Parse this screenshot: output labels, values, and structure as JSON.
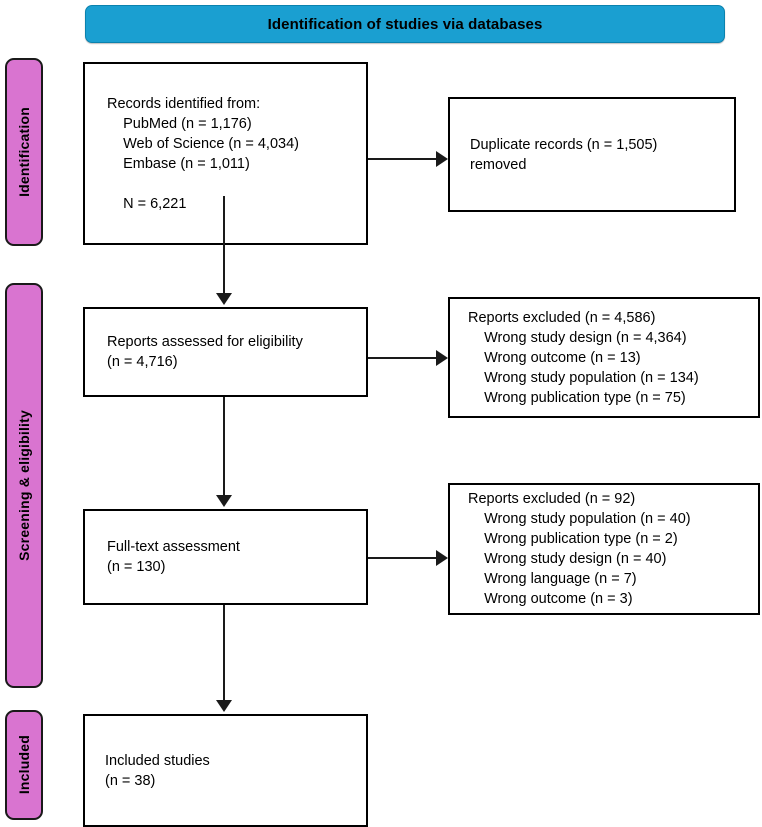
{
  "header": {
    "title": "Identification of studies via databases",
    "color": "#1a9fd1"
  },
  "stages": {
    "color": "#d974d0",
    "identification": "Identification",
    "screening": "Screening & eligibility",
    "included": "Included"
  },
  "boxes": {
    "identified": "Records identified from:\n    PubMed (n = 1,176)\n    Web of Science (n = 4,034)\n    Embase (n = 1,011)\n\n    N = 6,221",
    "duplicates": "Duplicate records (n = 1,505)\nremoved",
    "eligibility": "Reports assessed for eligibility\n(n = 4,716)",
    "excluded_screening": "Reports excluded (n = 4,586)\n    Wrong study design (n = 4,364)\n    Wrong outcome (n = 13)\n    Wrong study population (n = 134)\n    Wrong publication type (n = 75)",
    "fulltext": "Full-text assessment\n(n = 130)",
    "excluded_fulltext": "Reports excluded (n = 92)\n    Wrong study population (n = 40)\n    Wrong publication type (n = 2)\n    Wrong study design (n = 40)\n    Wrong language (n = 7)\n    Wrong outcome (n = 3)",
    "included": "Included studies\n(n = 38)"
  },
  "flow_data": {
    "type": "prisma-flow",
    "databases": [
      {
        "name": "PubMed",
        "n": 1176
      },
      {
        "name": "Web of Science",
        "n": 4034
      },
      {
        "name": "Embase",
        "n": 1011
      }
    ],
    "total_identified": 6221,
    "duplicates_removed": 1505,
    "assessed_for_eligibility": 4716,
    "excluded_screening_total": 4586,
    "excluded_screening_reasons": [
      {
        "reason": "Wrong study design",
        "n": 4364
      },
      {
        "reason": "Wrong outcome",
        "n": 13
      },
      {
        "reason": "Wrong study population",
        "n": 134
      },
      {
        "reason": "Wrong publication type",
        "n": 75
      }
    ],
    "fulltext_assessed": 130,
    "excluded_fulltext_total": 92,
    "excluded_fulltext_reasons": [
      {
        "reason": "Wrong study population",
        "n": 40
      },
      {
        "reason": "Wrong publication type",
        "n": 2
      },
      {
        "reason": "Wrong study design",
        "n": 40
      },
      {
        "reason": "Wrong language",
        "n": 7
      },
      {
        "reason": "Wrong outcome",
        "n": 3
      }
    ],
    "included_studies": 38
  }
}
